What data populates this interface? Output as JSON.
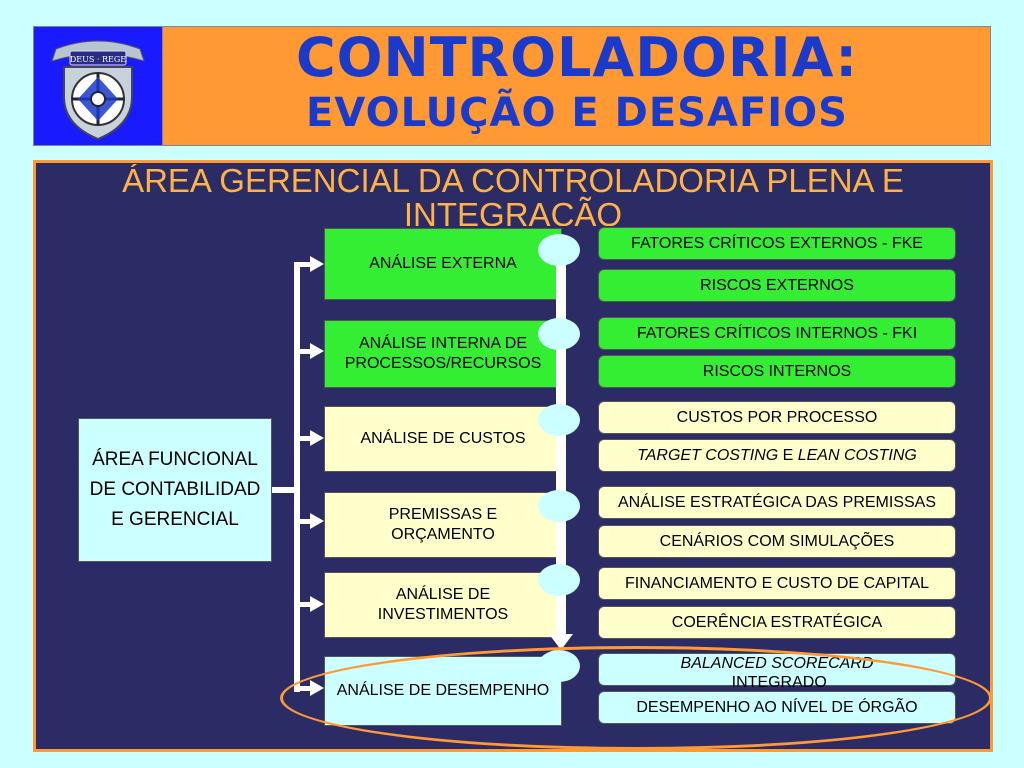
{
  "header": {
    "title_line1": "CONTROLADORIA:",
    "title_line2": "EVOLUÇÃO E DESAFIOS",
    "logo_text": "DEUS · REGE"
  },
  "section_title": "ÁREA GERENCIAL DA CONTROLADORIA PLENA E INTEGRAÇÃO",
  "source": {
    "label": "ÁREA FUNCIONAL DE CONTABILIDADE GERENCIAL"
  },
  "analyses": [
    {
      "label": "ANÁLISE EXTERNA",
      "style": "green"
    },
    {
      "label": "ANÁLISE INTERNA DE PROCESSOS/RECURSOS",
      "style": "green"
    },
    {
      "label": "ANÁLISE DE CUSTOS",
      "style": "cream"
    },
    {
      "label": "PREMISSAS E ORÇAMENTO",
      "style": "cream"
    },
    {
      "label": "ANÁLISE DE INVESTIMENTOS",
      "style": "cream"
    },
    {
      "label": "ANÁLISE DE DESEMPENHO",
      "style": "cyan"
    }
  ],
  "outputs": [
    {
      "label": "FATORES CRÍTICOS EXTERNOS - FKE",
      "style": "green"
    },
    {
      "label": "RISCOS EXTERNOS",
      "style": "green"
    },
    {
      "label": "FATORES CRÍTICOS INTERNOS - FKI",
      "style": "green"
    },
    {
      "label": "RISCOS INTERNOS",
      "style": "green"
    },
    {
      "label": "CUSTOS POR PROCESSO",
      "style": "cream"
    },
    {
      "label_italic_1": "TARGET COSTING",
      "label_join": " E ",
      "label_italic_2": "LEAN COSTING",
      "style": "cream"
    },
    {
      "label": "ANÁLISE ESTRATÉGICA DAS PREMISSAS",
      "style": "cream"
    },
    {
      "label": "CENÁRIOS COM SIMULAÇÕES",
      "style": "cream"
    },
    {
      "label": "FINANCIAMENTO E CUSTO DE CAPITAL",
      "style": "cream"
    },
    {
      "label": "COERÊNCIA ESTRATÉGICA",
      "style": "cream"
    },
    {
      "label_italic_1": "BALANCED SCORECARD",
      "label_join": " INTEGRADO",
      "style": "cyan"
    },
    {
      "label": "DESEMPENHO AO NÍVEL DE ÓRGÃO",
      "style": "cyan"
    }
  ],
  "colors": {
    "background": "#ccffff",
    "header_orange": "#ff9933",
    "panel_navy": "#2b2b66",
    "title_blue": "#1a3acc",
    "section_title_orange": "#ffb347",
    "green_box": "#33ee33",
    "cream_box": "#ffffcc",
    "cyan_box": "#ccffff"
  }
}
